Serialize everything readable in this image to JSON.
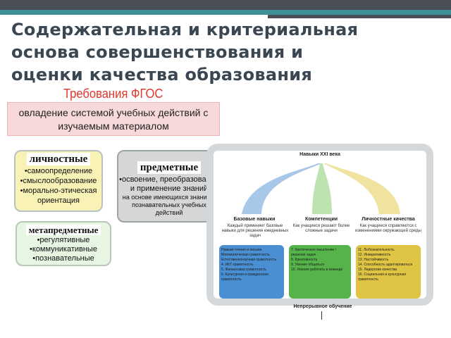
{
  "title": {
    "line1": "Содержательная и критериальная",
    "line2": "основа совершенствования и",
    "line3": "оценки качества образования"
  },
  "fgos": {
    "heading": "Требования ФГОС",
    "box_line1": "овладение системой учебных действий с",
    "box_line2": "изучаемым материалом"
  },
  "personal": {
    "heading": "личностные",
    "items": [
      "•самоопределение",
      "•смыслообразование",
      "•морально-этическая",
      "ориентация"
    ]
  },
  "subject": {
    "heading": "предметные",
    "line1": "•освоение, преобразование",
    "line2": "и применение знаний",
    "line3": "на основе имеющихся знаний и",
    "line4": "познавательных учебных действий"
  },
  "meta": {
    "heading": "метапредметные",
    "items": [
      "•регулятивные",
      "•коммуникативные",
      "•познавательные"
    ]
  },
  "skills": {
    "top_title": "Навыки XXI века",
    "col1": {
      "title": "Базовые навыки",
      "subtitle": "Каждый применяет базовые навыки для решения ежедневных задач",
      "items": [
        "Навыки чтения и письма",
        "Математическая грамотность",
        "Естественнонаучная грамотность",
        "4. ИКТ-грамотность",
        "5. Финансовая грамотность",
        "6. Культурная и гражданская грамотность"
      ]
    },
    "col2": {
      "title": "Компетенции",
      "subtitle": "Как учащиеся решают более сложные задачи",
      "items": [
        "7. Критическое мышление / решение задач",
        "8. Креативность",
        "9. Умение общаться",
        "10. Умение работать в команде"
      ]
    },
    "col3": {
      "title": "Личностные качества",
      "subtitle": "Как учащиеся справляются с изменениями окружающей среды",
      "items": [
        "11. Любознательность",
        "12. Инициативность",
        "13. Настойчивость",
        "14. Способность адаптироваться",
        "15. Лидерские качества",
        "16. Социальная и культурная грамотность"
      ]
    },
    "bottom": "Непрерывное обучение"
  },
  "colors": {
    "title": "#3b4653",
    "fgos_heading": "#e0362c",
    "personal_bg": "#f8f2b6",
    "subject_bg": "#d6d6d6",
    "meta_bg": "#e7f6e3",
    "blue": "#4a8fd2",
    "green": "#56b34a",
    "gold": "#e0c544"
  }
}
